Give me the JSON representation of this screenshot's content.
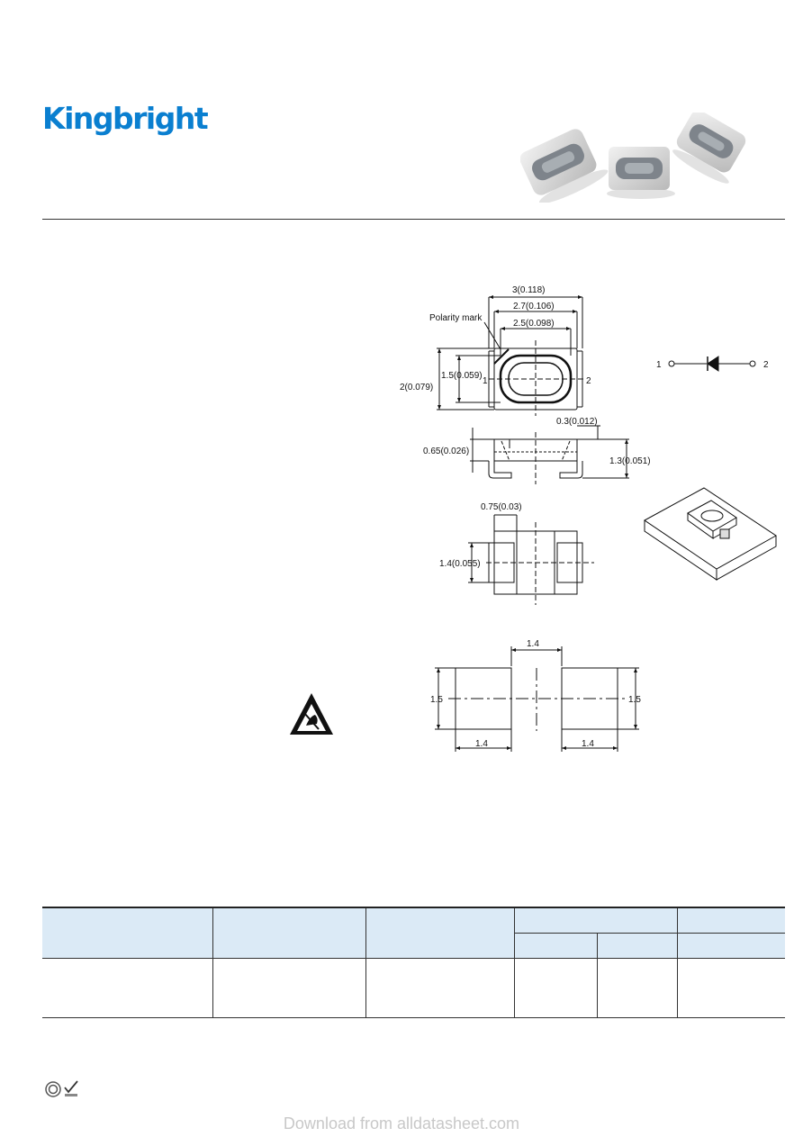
{
  "brand": {
    "name": "Kingbright"
  },
  "dimensions": {
    "top_view": {
      "width_overall": "3(0.118)",
      "width_body": "2.7(0.106)",
      "width_lens": "2.5(0.098)",
      "polarity_label": "Polarity mark",
      "height_lens": "1.5(0.059)",
      "height_overall": "2(0.079)",
      "pin1": "1",
      "pin2": "2"
    },
    "side_view": {
      "cap_height": "0.3(0.012)",
      "lead_height": "0.65(0.026)",
      "total_height": "1.3(0.051)"
    },
    "bottom_view": {
      "pad_width": "0.75(0.03)",
      "pad_height": "1.4(0.055)"
    },
    "footprint": {
      "gap": "1.4",
      "left_height": "1.5",
      "right_height": "1.5",
      "left_width": "1.4",
      "right_width": "1.4"
    },
    "schematic": {
      "anode": "1",
      "cathode": "2"
    }
  },
  "footer": {
    "watermark": "Download from alldatasheet.com"
  }
}
